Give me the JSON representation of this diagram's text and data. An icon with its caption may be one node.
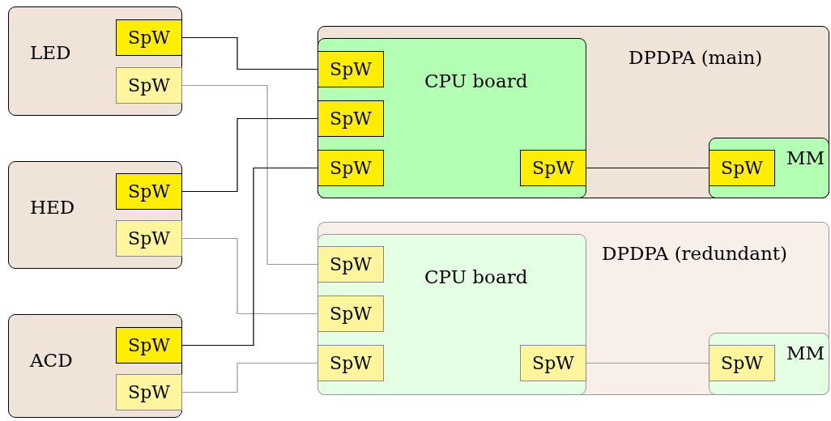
{
  "diagram": {
    "nodes": [
      {
        "text": [
          "LED"
        ]
      },
      {
        "text": [
          "SpW"
        ],
        "in": 0
      },
      {
        "text": [
          "SpW"
        ],
        "in": 0
      },
      {
        "text": [
          "HED"
        ]
      },
      {
        "text": [
          "SpW"
        ],
        "in": 3
      },
      {
        "text": [
          "SpW"
        ],
        "in": 3
      },
      {
        "text": [
          "ACD"
        ]
      },
      {
        "text": [
          "SpW"
        ],
        "in": 6
      },
      {
        "text": [
          "SpW"
        ],
        "in": 6
      },
      {
        "text": [
          "DPDPA (main)"
        ]
      },
      {
        "text": [
          "CPU board"
        ],
        "in": 9
      },
      {
        "text": [
          "SpW"
        ],
        "in": 10
      },
      {
        "text": [
          "SpW"
        ],
        "in": 10
      },
      {
        "text": [
          "SpW"
        ],
        "in": 10
      },
      {
        "text": [
          "SpW"
        ],
        "in": 10
      },
      {
        "text": [
          "MM"
        ],
        "in": 9
      },
      {
        "text": [
          "SpW"
        ],
        "in": 15
      },
      {
        "text": [
          "DPDPA (redundant)"
        ]
      },
      {
        "text": [
          "CPU board"
        ],
        "in": 17
      },
      {
        "text": [
          "SpW"
        ],
        "in": 18
      },
      {
        "text": [
          "SpW"
        ],
        "in": 18
      },
      {
        "text": [
          "SpW"
        ],
        "in": 18
      },
      {
        "text": [
          "SpW"
        ],
        "in": 18
      },
      {
        "text": [
          "MM"
        ],
        "in": 17
      },
      {
        "text": [
          "SpW"
        ],
        "in": 23
      }
    ],
    "edges": [
      {
        "from": 1,
        "to": 11,
        "arrow": "none"
      },
      {
        "from": 2,
        "to": 19,
        "arrow": "none",
        "color": "#999999"
      },
      {
        "from": 4,
        "to": 12,
        "arrow": "none"
      },
      {
        "from": 5,
        "to": 20,
        "arrow": "none",
        "color": "#999999"
      },
      {
        "from": 7,
        "to": 13,
        "arrow": "none"
      },
      {
        "from": 8,
        "to": 21,
        "arrow": "none",
        "color": "#999999"
      },
      {
        "from": 14,
        "to": 16,
        "arrow": "none"
      },
      {
        "from": 22,
        "to": 24,
        "arrow": "none",
        "color": "#999999"
      }
    ]
  }
}
